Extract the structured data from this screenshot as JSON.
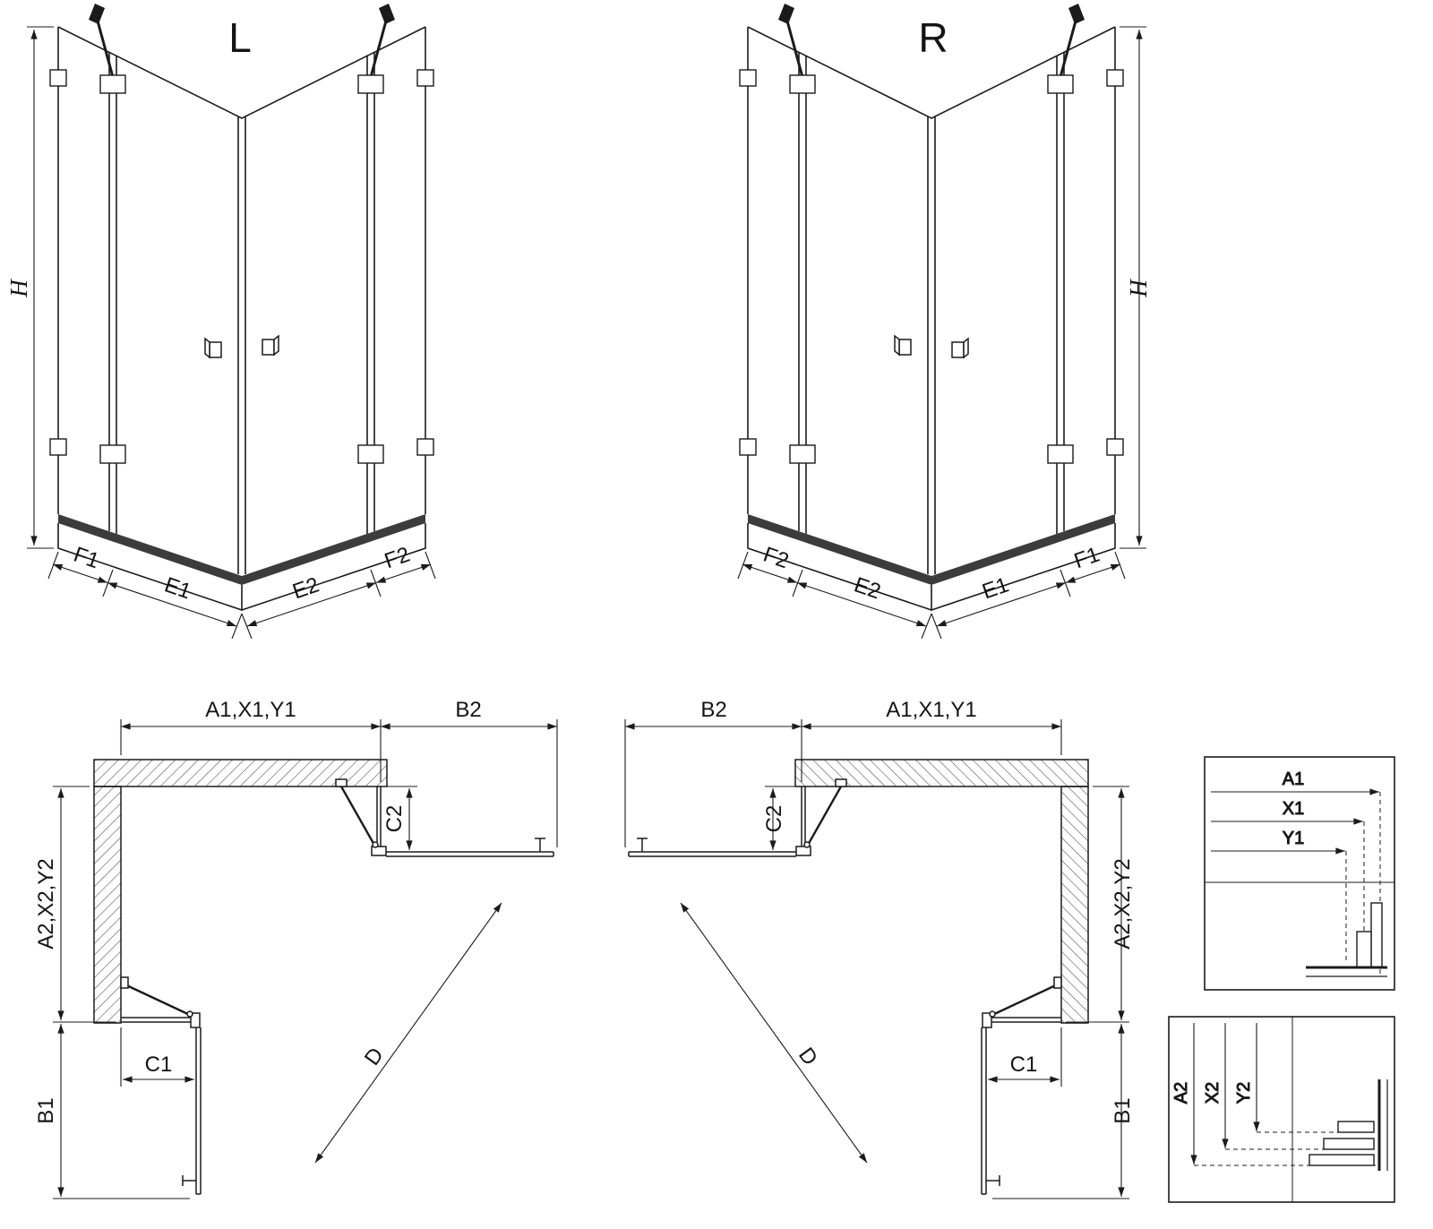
{
  "style": {
    "line_color": "#1b1b1b",
    "background": "#ffffff"
  },
  "front_views": {
    "left": {
      "title": "L",
      "height": "H",
      "f1": "F1",
      "e1": "E1",
      "e2": "E2",
      "f2": "F2"
    },
    "right": {
      "title": "R",
      "height": "H",
      "f1": "F1",
      "e1": "E1",
      "e2": "E2",
      "f2": "F2"
    }
  },
  "plan_views": {
    "left": {
      "width": "A1,X1,Y1",
      "b2": "B2",
      "c2": "C2",
      "depth": "A2,X2,Y2",
      "c1": "C1",
      "b1": "B1",
      "diagonal": "D"
    },
    "right": {
      "width": "A1,X1,Y1",
      "b2": "B2",
      "c2": "C2",
      "depth": "A2,X2,Y2",
      "c1": "C1",
      "b1": "B1",
      "diagonal": "D"
    }
  },
  "insets": {
    "horizontal": {
      "a1": "A1",
      "x1": "X1",
      "y1": "Y1"
    },
    "vertical": {
      "a2": "A2",
      "x2": "X2",
      "y2": "Y2"
    }
  }
}
